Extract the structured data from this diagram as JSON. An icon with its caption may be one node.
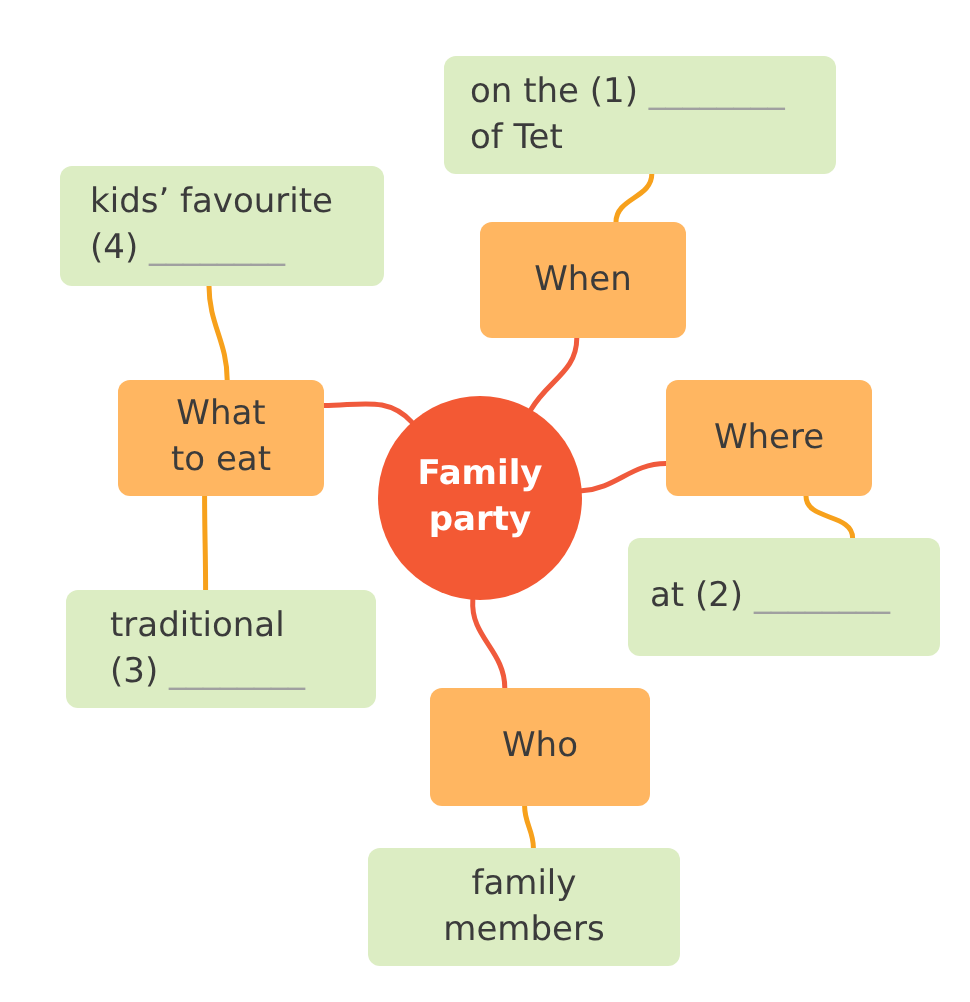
{
  "diagram": {
    "nodes": [
      {
        "text": [
          "on the (1) ________ of Tet"
        ]
      },
      {
        "text": [
          "kids’ favourite (4) ________"
        ]
      },
      {
        "text": [
          "When"
        ]
      },
      {
        "text": [
          "What to eat"
        ]
      },
      {
        "text": [
          "Family party"
        ]
      },
      {
        "text": [
          "Where"
        ]
      },
      {
        "text": [
          "at (2) ________"
        ]
      },
      {
        "text": [
          "traditional (3) ________"
        ]
      },
      {
        "text": [
          "Who"
        ]
      },
      {
        "text": [
          "family members"
        ]
      }
    ],
    "edges": [
      {
        "from": 4,
        "to": 2,
        "arrow": "none",
        "color": "#f05a3c"
      },
      {
        "from": 4,
        "to": 3,
        "arrow": "none",
        "color": "#f05a3c"
      },
      {
        "from": 4,
        "to": 5,
        "arrow": "none",
        "color": "#f05a3c"
      },
      {
        "from": 4,
        "to": 8,
        "arrow": "none",
        "color": "#f05a3c"
      },
      {
        "from": 2,
        "to": 0,
        "arrow": "none"
      },
      {
        "from": 3,
        "to": 1,
        "arrow": "none"
      },
      {
        "from": 3,
        "to": 7,
        "arrow": "none"
      },
      {
        "from": 5,
        "to": 6,
        "arrow": "none"
      },
      {
        "from": 8,
        "to": 9,
        "arrow": "none"
      }
    ]
  }
}
